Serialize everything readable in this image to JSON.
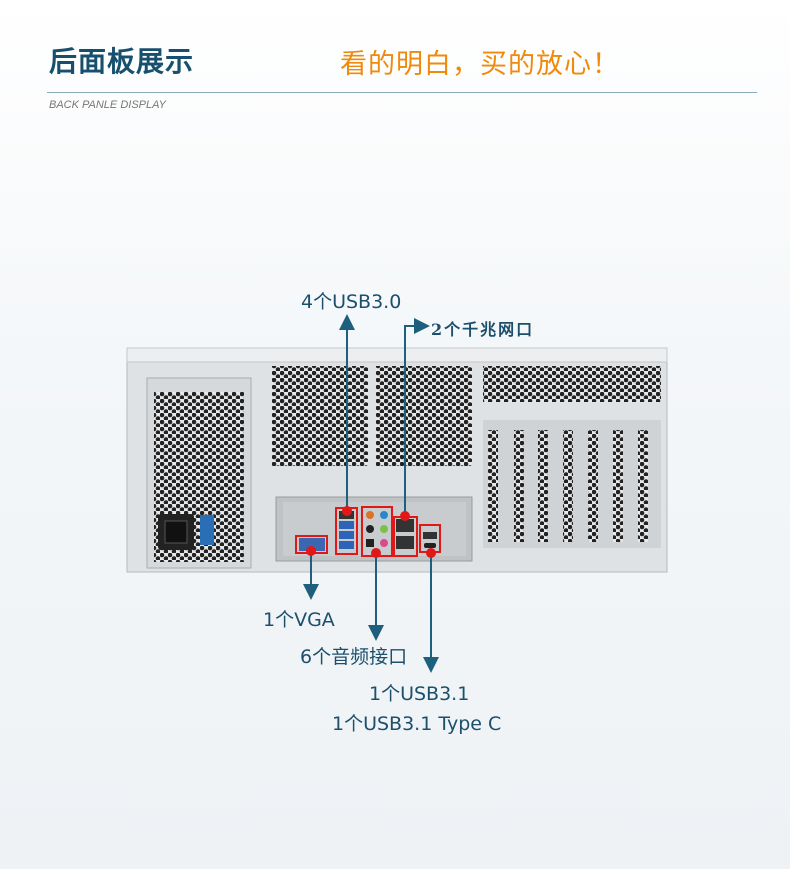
{
  "header": {
    "title": "后面板展示",
    "slogan": "看的明白，买的放心！",
    "subtitle": "BACK PANLE DISPLAY"
  },
  "annotations": {
    "usb30": "4个USB3.0",
    "lan": "2个千兆网口",
    "vga": "1个VGA",
    "audio": "6个音频接口",
    "usb31": "1个USB3.1",
    "usb31c": "1个USB3.1 Type C"
  },
  "colors": {
    "title": "#17506e",
    "slogan": "#f08a0c",
    "callout_line": "#1e5f7d",
    "highlight": "#e01818"
  }
}
